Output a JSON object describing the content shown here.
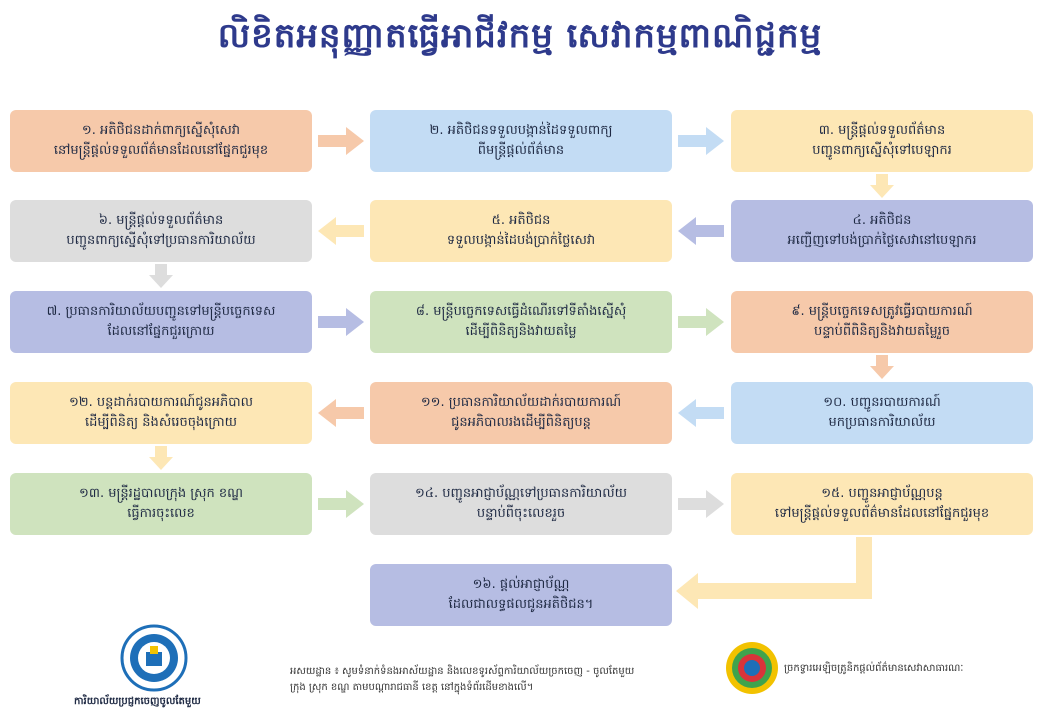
{
  "title": "លិខិតអនុញ្ញាតធ្វើអាជីវកម្ម សេវាកម្មពាណិជ្ជកម្ម",
  "steps": [
    {
      "l1": "១. អតិថិជនដាក់ពាក្យស្នើសុំសេវា",
      "l2": "នៅមន្ត្រីផ្តល់ទទួលព័ត៌មានដែលនៅផ្នែកជួរមុខ"
    },
    {
      "l1": "២. អតិថិជនទទួលបង្កាន់ដៃទទួលពាក្យ",
      "l2": "ពីមន្ត្រីផ្តល់ព័ត៌មាន"
    },
    {
      "l1": "៣. មន្ត្រីផ្តល់ទទួលព័ត៌មាន",
      "l2": "បញ្ជូនពាក្យស្នើសុំទៅបេឡាករ"
    },
    {
      "l1": "៤. អតិថិជន",
      "l2": "អញ្ជើញទៅបង់ប្រាក់ថ្លៃសេវានៅបេឡាករ"
    },
    {
      "l1": "៥. អតិថិជន",
      "l2": "ទទួលបង្កាន់ដៃបង់ប្រាក់ថ្លៃសេវា"
    },
    {
      "l1": "៦. មន្ត្រីផ្តល់ទទួលព័ត៌មាន",
      "l2": "បញ្ជូនពាក្យស្នើសុំទៅប្រធានការិយាល័យ"
    },
    {
      "l1": "៧. ប្រធានការិយាល័យបញ្ជូនទៅមន្ត្រីបច្ចេកទេស",
      "l2": "ដែលនៅផ្នែកជួរក្រោយ"
    },
    {
      "l1": "៨. មន្ត្រីបច្ចេកទេសធ្វើដំណើរទៅទីតាំងស្នើសុំ",
      "l2": "ដើម្បីពិនិត្យនិងវាយតម្លៃ"
    },
    {
      "l1": "៩. មន្ត្រីបច្ចេកទេសត្រូវធ្វើរបាយការណ៍",
      "l2": "បន្ទាប់ពីពិនិត្យនិងវាយតម្លៃរួច"
    },
    {
      "l1": "១០. បញ្ជូនរបាយការណ៍",
      "l2": "មកប្រធានការិយាល័យ"
    },
    {
      "l1": "១១. ប្រធានការិយាល័យដាក់របាយការណ៍",
      "l2": "ជូនអភិបាលរងដើម្បីពិនិត្យបន្ត"
    },
    {
      "l1": "១២. បន្តដាក់របាយការណ៍ជូនអភិបាល",
      "l2": "ដើម្បីពិនិត្យ និងសំរេចចុងក្រោយ"
    },
    {
      "l1": "១៣. មន្ត្រីរដ្ឋបាលក្រុង ស្រុក ខណ្ឌ",
      "l2": "ធ្វើការចុះលេខ"
    },
    {
      "l1": "១៤. បញ្ជូនអាជ្ញាប័ណ្ណទៅប្រធានការិយាល័យ",
      "l2": "បន្ទាប់ពីចុះលេខរួច"
    },
    {
      "l1": "១៥. បញ្ជូនអាជ្ញាប័ណ្ណបន្ត",
      "l2": "ទៅមន្ត្រីផ្តល់ទទួលព័ត៌មានដែលនៅផ្នែកជួរមុខ"
    },
    {
      "l1": "១៦. ផ្តល់អាជ្ញាប័ណ្ណ",
      "l2": "ដែលជាលទ្ធផលជូនអតិថិជន។"
    }
  ],
  "footer": {
    "left_caption": "ការិយាល័យប្រជ្ញកចេញចូលតែមួយ",
    "middle_l1": "អសយដ្ឋាន ៖ សូមទំនាក់ទំនងអាស័យដ្ឋាន និងលេខទូរស័ព្ទការិយាល័យច្រកចេញ - ចូលតែមួយ",
    "middle_l2": "ក្រុង ស្រុក ខណ្ឌ តាមបណ្តារាជធានី ខេត្ត នៅក្នុងទំព័រដើមខាងលើ។",
    "right_caption": "ច្រកទ្វារអេឡិចត្រូនិកផ្តល់ព័ត៌មានសេវាសាធារណៈ"
  },
  "colors": {
    "salmon": "#f6c9aa",
    "blue": "#c3dcf4",
    "yellow": "#fde7b5",
    "gray": "#dddddd",
    "navy": "#b6bde3",
    "green": "#cfe3be",
    "title": "#2e3a8c"
  }
}
